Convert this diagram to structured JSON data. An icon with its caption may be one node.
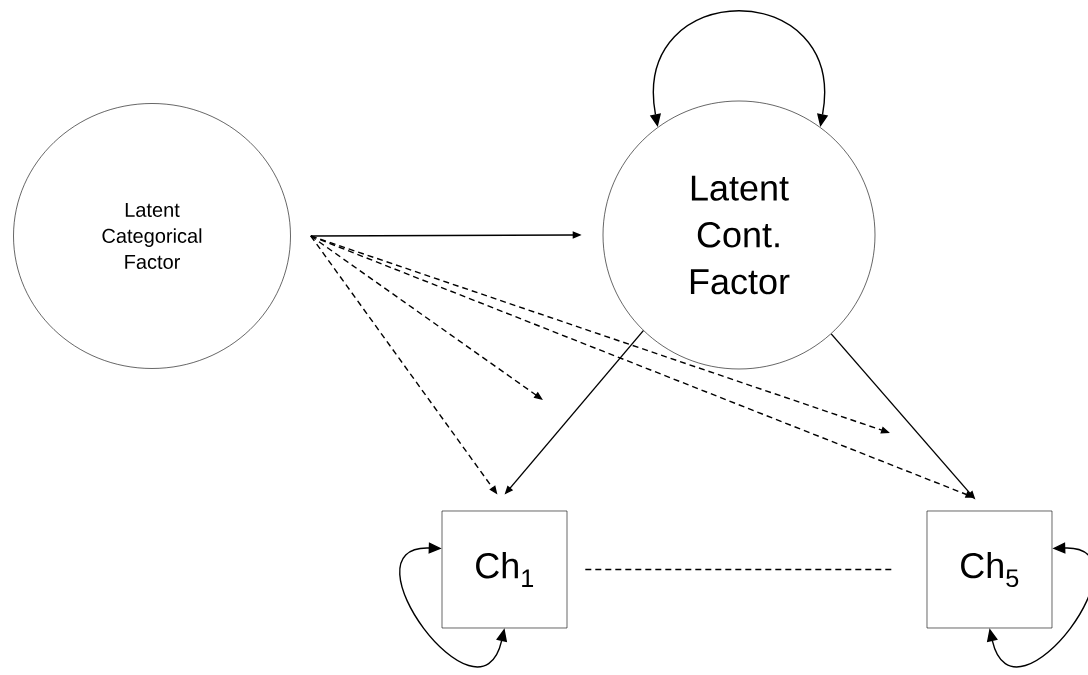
{
  "diagram": {
    "nodes": [
      {
        "text": [
          "Latent Categorical Factor"
        ]
      },
      {
        "text": [
          "Latent Cont. Factor"
        ]
      },
      {
        "text": [
          "Ch$_{1}$"
        ]
      },
      {
        "text": [
          "Ch$_{5}$"
        ]
      }
    ],
    "edges": [
      {
        "from": 0,
        "to": 1,
        "arrow": "to"
      },
      {
        "from": 0,
        "to": 2,
        "arrow": "to",
        "style": "dashed"
      },
      {
        "from": 0,
        "to": null,
        "arrow": "to",
        "style": "dashed"
      },
      {
        "from": 0,
        "to": null,
        "arrow": "to",
        "style": "dashed"
      },
      {
        "from": 0,
        "to": 3,
        "arrow": "to",
        "style": "dashed"
      },
      {
        "from": 1,
        "to": 2,
        "arrow": "to"
      },
      {
        "from": 1,
        "to": 3,
        "arrow": "to"
      },
      {
        "from": 1,
        "to": 1,
        "arrow": "both"
      },
      {
        "from": 2,
        "to": 3,
        "arrow": "none",
        "style": "dashed"
      },
      {
        "from": 2,
        "to": 2,
        "arrow": "both"
      },
      {
        "from": 3,
        "to": 3,
        "arrow": "both"
      }
    ]
  }
}
